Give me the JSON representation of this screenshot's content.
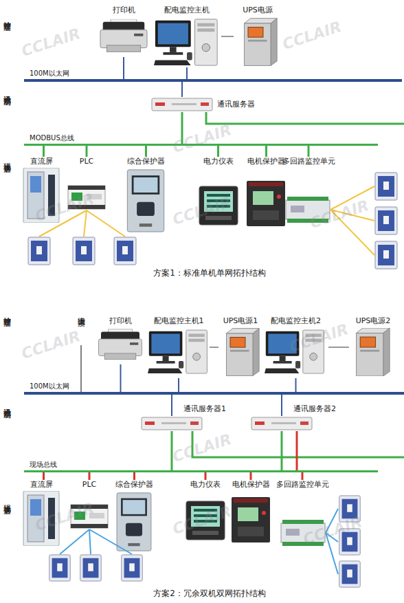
{
  "diagram": {
    "nodes": [
      {
        "text": [
          "打印机"
        ]
      },
      {
        "text": [
          "配电监控主机"
        ]
      },
      {
        "text": [
          "UPS电源"
        ]
      },
      {
        "text": [
          "100M以太网"
        ]
      },
      {
        "text": [
          "通讯服务器"
        ]
      },
      {
        "text": [
          "MODBUS总线"
        ]
      },
      {
        "text": [
          "直流屏"
        ]
      },
      {
        "text": [
          "PLC"
        ]
      },
      {
        "text": [
          "综合保护器"
        ]
      },
      {
        "text": [
          "电力仪表"
        ]
      },
      {
        "text": [
          "电机保护器"
        ]
      },
      {
        "text": [
          "多回路监控单元"
        ]
      },
      {
        "text": [
          "打印机"
        ]
      },
      {
        "text": [
          "配电监控主机1"
        ]
      },
      {
        "text": [
          "UPS电源1"
        ]
      },
      {
        "text": [
          "配电监控主机2"
        ]
      },
      {
        "text": [
          "UPS电源2"
        ]
      },
      {
        "text": [
          "100M以太网"
        ]
      },
      {
        "text": [
          "通讯服务器1"
        ]
      },
      {
        "text": [
          "通讯服务器2"
        ]
      },
      {
        "text": [
          "现场总线"
        ]
      },
      {
        "text": [
          "直流屏"
        ]
      },
      {
        "text": [
          "PLC"
        ]
      },
      {
        "text": [
          "综合保护器"
        ]
      },
      {
        "text": [
          "电力仪表"
        ]
      },
      {
        "text": [
          "电机保护器"
        ]
      },
      {
        "text": [
          "多回路监控单元"
        ]
      }
    ],
    "edges": [
      {
        "from": 0,
        "to": 3,
        "arrow": "none"
      },
      {
        "from": 1,
        "to": 3,
        "arrow": "none"
      },
      {
        "from": 2,
        "to": 1,
        "arrow": "none"
      },
      {
        "from": 4,
        "to": 3,
        "arrow": "none"
      },
      {
        "from": 4,
        "to": 5,
        "arrow": "none"
      },
      {
        "from": 6,
        "to": 5,
        "arrow": "none"
      },
      {
        "from": 7,
        "to": 5,
        "arrow": "none"
      },
      {
        "from": 8,
        "to": 5,
        "arrow": "none"
      },
      {
        "from": 9,
        "to": 5,
        "arrow": "none"
      },
      {
        "from": 10,
        "to": 5,
        "arrow": "none"
      },
      {
        "from": 11,
        "to": 5,
        "arrow": "none"
      },
      {
        "from": 12,
        "to": 17,
        "arrow": "none"
      },
      {
        "from": 13,
        "to": 17,
        "arrow": "none"
      },
      {
        "from": 14,
        "to": 13,
        "arrow": "none"
      },
      {
        "from": 15,
        "to": 17,
        "arrow": "none"
      },
      {
        "from": 16,
        "to": 15,
        "arrow": "none"
      },
      {
        "from": 18,
        "to": 17,
        "arrow": "none"
      },
      {
        "from": 19,
        "to": 17,
        "arrow": "none"
      },
      {
        "from": 18,
        "to": 20,
        "arrow": "none"
      },
      {
        "from": 19,
        "to": 20,
        "arrow": "none"
      },
      {
        "from": 21,
        "to": 20,
        "arrow": "none"
      },
      {
        "from": 22,
        "to": 20,
        "arrow": "none"
      },
      {
        "from": 23,
        "to": 20,
        "arrow": "none"
      },
      {
        "from": 24,
        "to": 20,
        "arrow": "none"
      },
      {
        "from": 25,
        "to": 20,
        "arrow": "none"
      },
      {
        "from": 26,
        "to": 20,
        "arrow": "none"
      }
    ],
    "labels": [
      "站控管理层",
      "通讯控制层",
      "现场设备层",
      "方案1：标准单机单网拓扑结构",
      "上级调度",
      "站控管理层",
      "通讯控制层",
      "现场设备层",
      "方案2：冗余双机双网拓扑结构",
      "CCLAIR",
      "CCLAIR",
      "CCLAIR",
      "CCLAIR",
      "CCLAIR",
      "CCLAIR",
      "CCLAIR",
      "CCLAIR",
      "CCLAIR",
      "CCLAIR",
      "CCLAIR",
      "CCLAIR"
    ]
  }
}
